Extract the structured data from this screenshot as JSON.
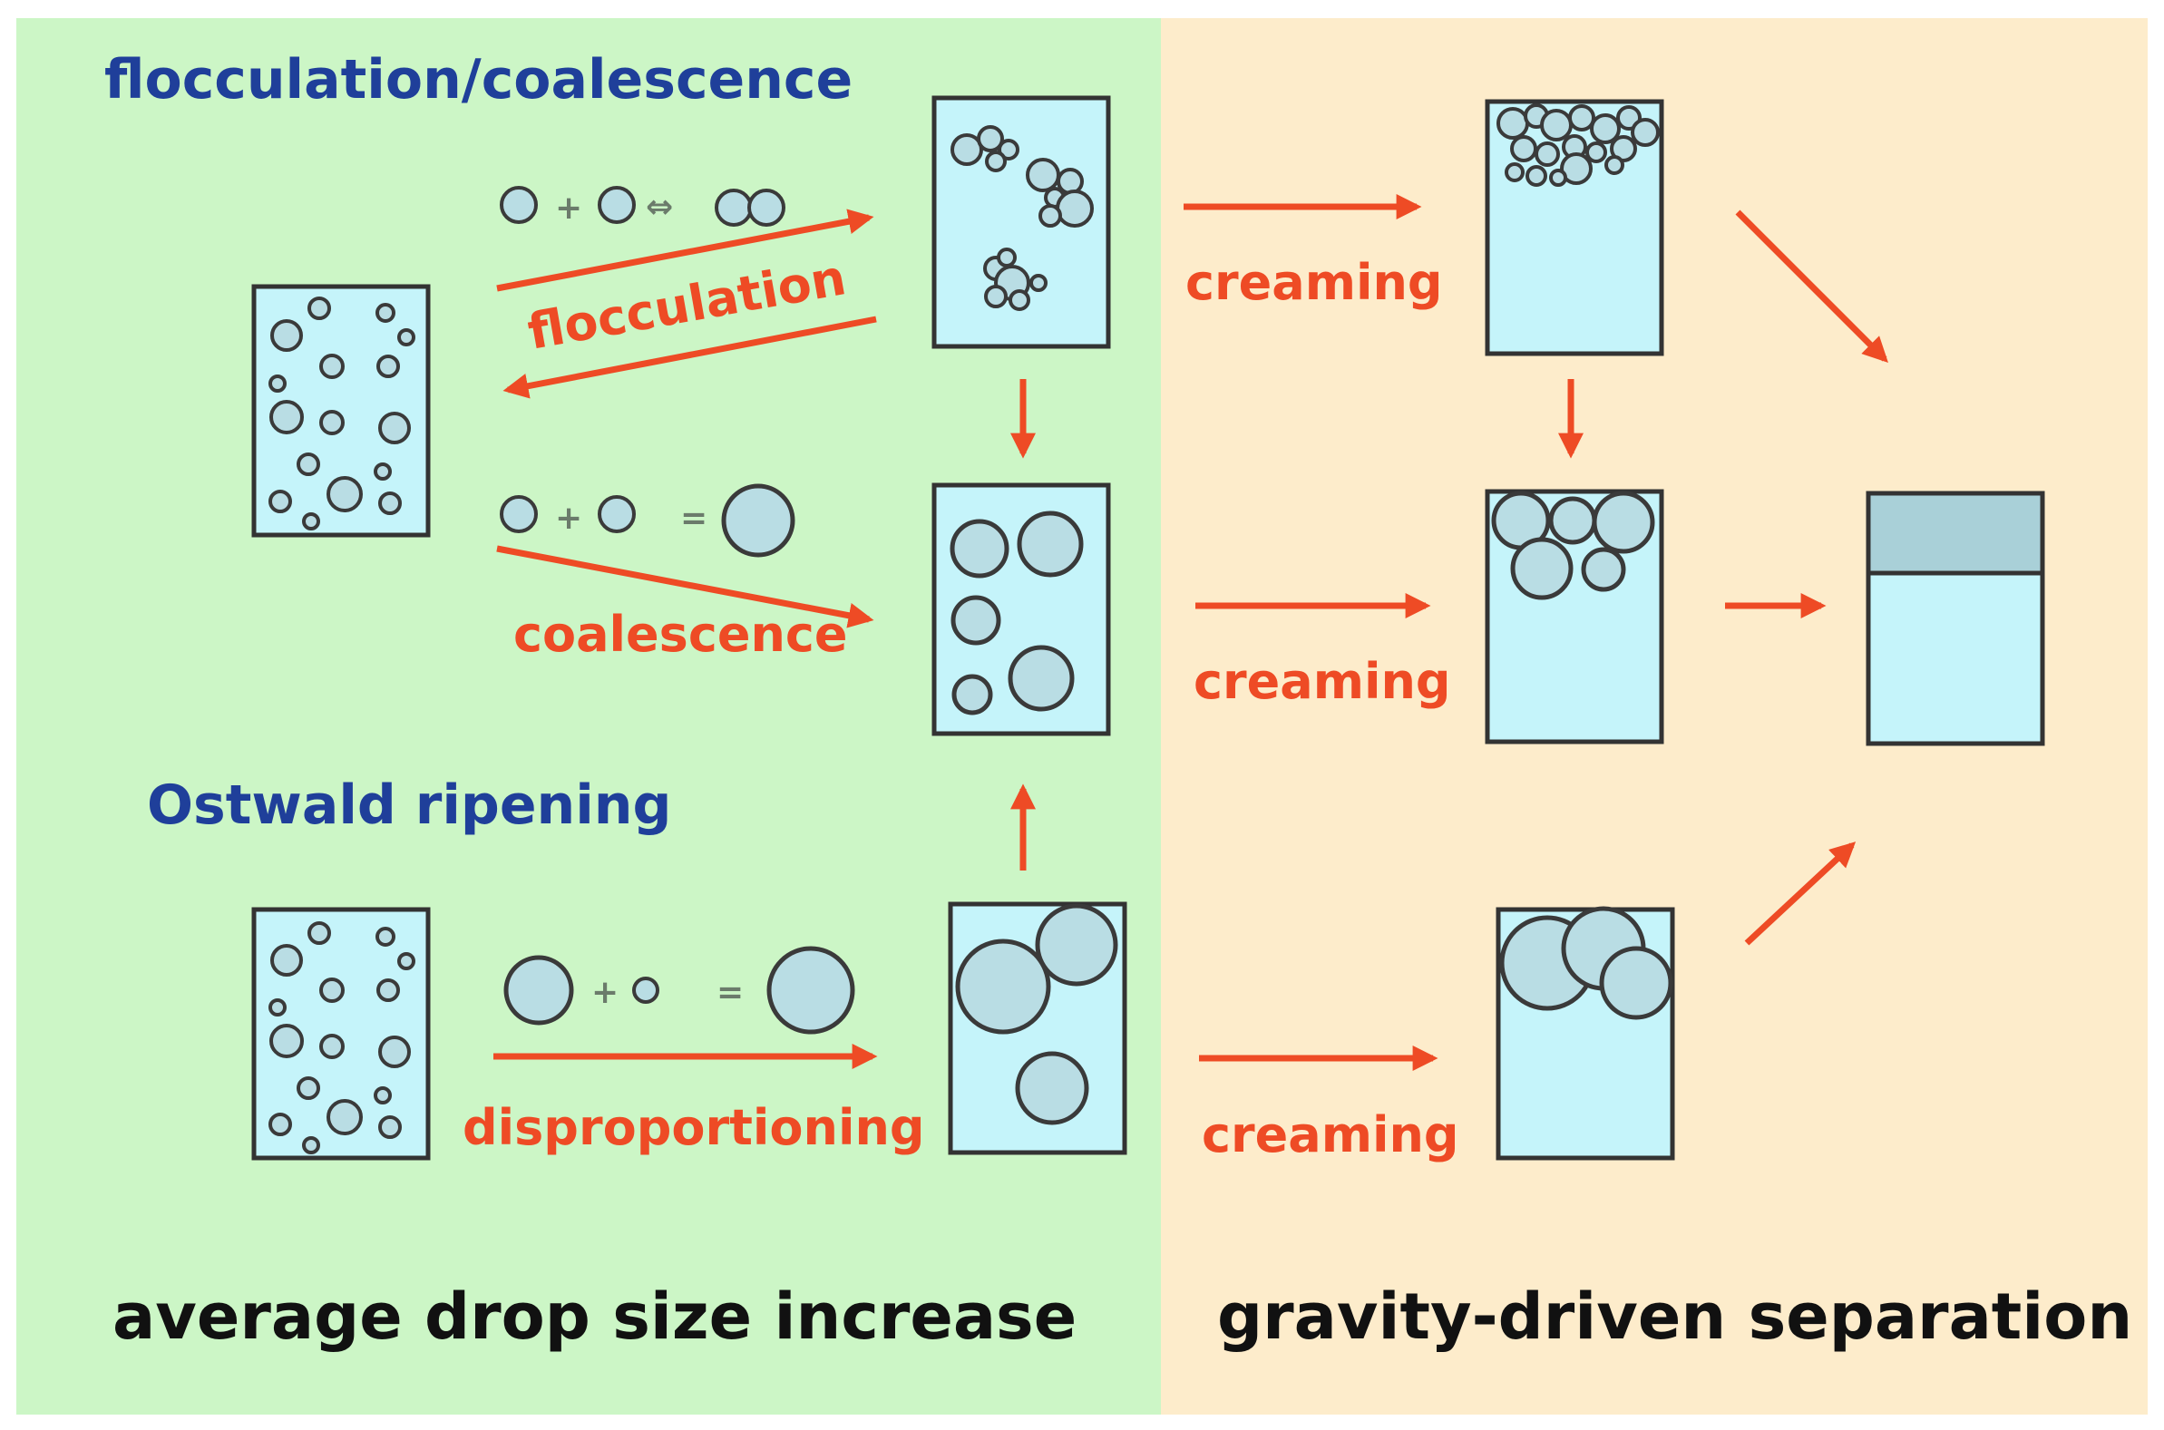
{
  "colors": {
    "left_panel_bg": "#ccf6c6",
    "right_panel_bg": "#fdeccb",
    "heading_blue": "#1f3f9a",
    "arrow_red": "#ee4b25",
    "container_fill": "#c5f4fa",
    "drop_fill": "#b9dde4"
  },
  "headings": {
    "top": "flocculation/coalescence",
    "middle": "Ostwald ripening"
  },
  "labels": {
    "flocculation": "flocculation",
    "coalescence": "coalescence",
    "disproportioning": "disproportioning",
    "creaming_top": "creaming",
    "creaming_middle": "creaming",
    "creaming_bottom": "creaming"
  },
  "equations": {
    "plus": "+",
    "reversible": "⇔",
    "equals": "="
  },
  "footer": {
    "left": "average drop size increase",
    "right": "gravity-driven separation"
  },
  "icons": [
    "arrow-icon",
    "droplet-icon",
    "container-icon"
  ]
}
